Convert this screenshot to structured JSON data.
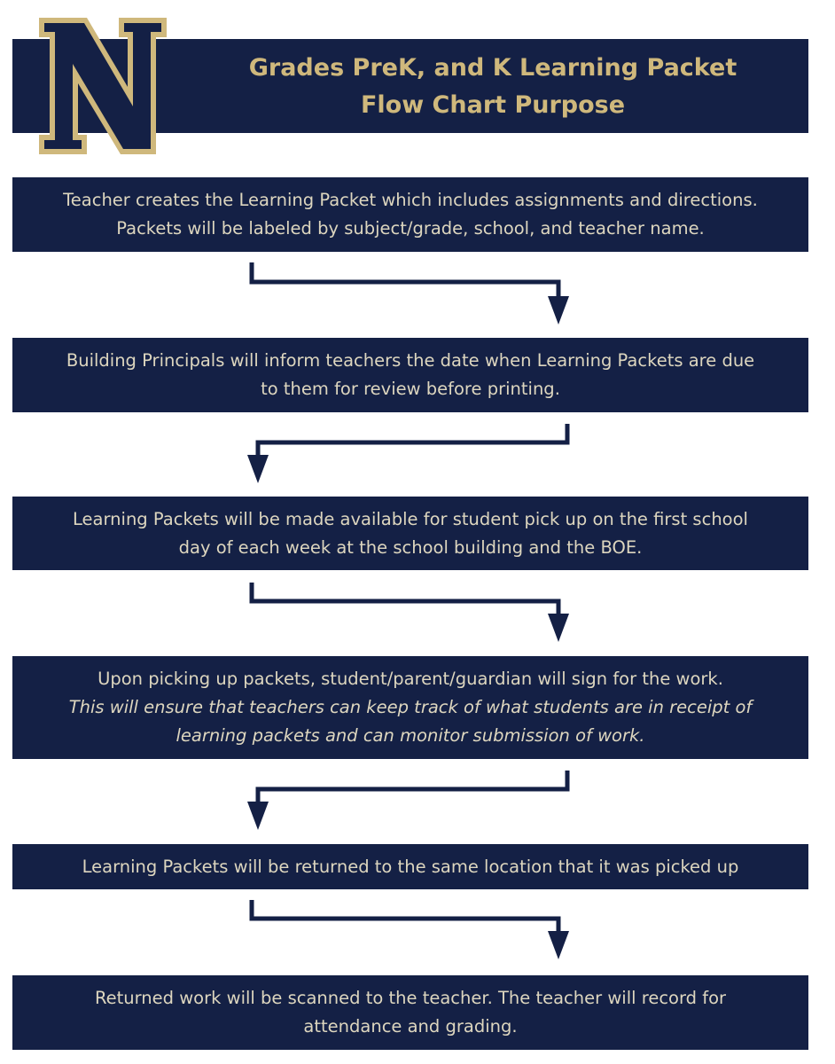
{
  "header": {
    "title_line1": "Grades PreK, and  K Learning Packet",
    "title_line2": "Flow Chart Purpose",
    "logo_letter": "N"
  },
  "colors": {
    "navy": "#142045",
    "gold": "#cfb87c",
    "text": "#ddd6bf"
  },
  "steps": [
    {
      "line1": "Teacher creates the Learning Packet which includes assignments and directions.",
      "line2": "Packets will be labeled by subject/grade, school, and teacher name."
    },
    {
      "line1": "Building Principals will inform teachers the date when Learning Packets are due",
      "line2": "to them for review before printing."
    },
    {
      "line1": "Learning Packets will be made available for student pick up on the first school",
      "line2": "day of each week at the school building and the BOE."
    },
    {
      "line1": "Upon picking up packets, student/parent/guardian will sign for the work.",
      "note1": "This will ensure that teachers can keep track of what students are in receipt of",
      "note2": "learning packets and can monitor submission of work."
    },
    {
      "line1": "Learning Packets will be returned to the same location that it was picked up"
    },
    {
      "line1": "Returned work will be scanned to the teacher. The teacher will record for",
      "line2": "attendance and grading."
    }
  ],
  "connectors": [
    "right",
    "left",
    "right",
    "left",
    "right"
  ]
}
